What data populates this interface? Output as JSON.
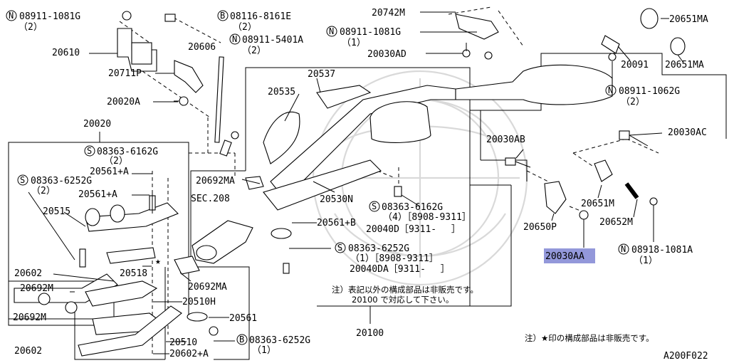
{
  "diagram": {
    "figure_id": "A200F022",
    "highlight_color": "#8d92d8",
    "notes": {
      "box_note_line1": "注）表記以外の構成部品は非販売です。",
      "box_note_line2": "20100 で対応して下さい。",
      "star_note": "注）★印の構成部品は非販売です。"
    },
    "labels": {
      "n08911_1081g_a": "08911-1081G",
      "n08911_1081g_a_qty": "（2）",
      "b08116_8161e": "08116-8161E",
      "b08116_8161e_qty": "（2）",
      "p20610": "20610",
      "p20711p": "20711P",
      "p20606": "20606",
      "n08911_5401a": "08911-5401A",
      "n08911_5401a_qty": "（2）",
      "p20020a": "20020A",
      "p20020": "20020",
      "s08363_6162g_a": "08363-6162G",
      "s08363_6162g_a_qty": "（2）",
      "p20561a_1": "20561+A",
      "s08363_6252g_a": "08363-6252G",
      "s08363_6252g_a_qty": "（2）",
      "p20561a_2": "20561+A",
      "p20515": "20515",
      "p20518": "20518",
      "p20602_a": "20602",
      "p20692m_a": "20692M",
      "p20692m_b": "20692M",
      "p20602_b": "20602",
      "p20510h": "20510H",
      "p20692ma_a": "20692MA",
      "p20692ma_b": "20692MA",
      "sec208": "SEC.208",
      "p20561": "20561",
      "p20510": "20510",
      "b08363_6252g": "08363-6252G",
      "b08363_6252g_qty": "（1）",
      "p20602a": "20602+A",
      "p20537": "20537",
      "p20535": "20535",
      "p20530n": "20530N",
      "s08363_6162g_b": "08363-6162G",
      "s08363_6162g_b_sub": "（4）［8908-9311］",
      "p20040d": "20040D［9311-　 ］",
      "p20561b": "20561+B",
      "s08363_6252g_b": "08363-6252G",
      "s08363_6252g_b_sub": "（1）［8908-9311］",
      "p20040da": "20040DA［9311-　 ］",
      "p20100": "20100",
      "p20742m": "20742M",
      "n08911_1081g_b": "08911-1081G",
      "n08911_1081g_b_qty": "（1）",
      "p20030ad": "20030AD",
      "p20651ma_a": "20651MA",
      "p20091": "20091",
      "p20651ma_b": "20651MA",
      "n08911_1062g": "08911-1062G",
      "n08911_1062g_qty": "（2）",
      "p20030ab": "20030AB",
      "p20030ac": "20030AC",
      "p20651m": "20651M",
      "p20650p": "20650P",
      "p20652m": "20652M",
      "p20030aa": "20030AA",
      "n08918_1081a": "08918-1081A",
      "n08918_1081a_qty": "（1）",
      "prefix_n": "N",
      "prefix_b": "B",
      "prefix_s": "S",
      "star": "★"
    }
  }
}
